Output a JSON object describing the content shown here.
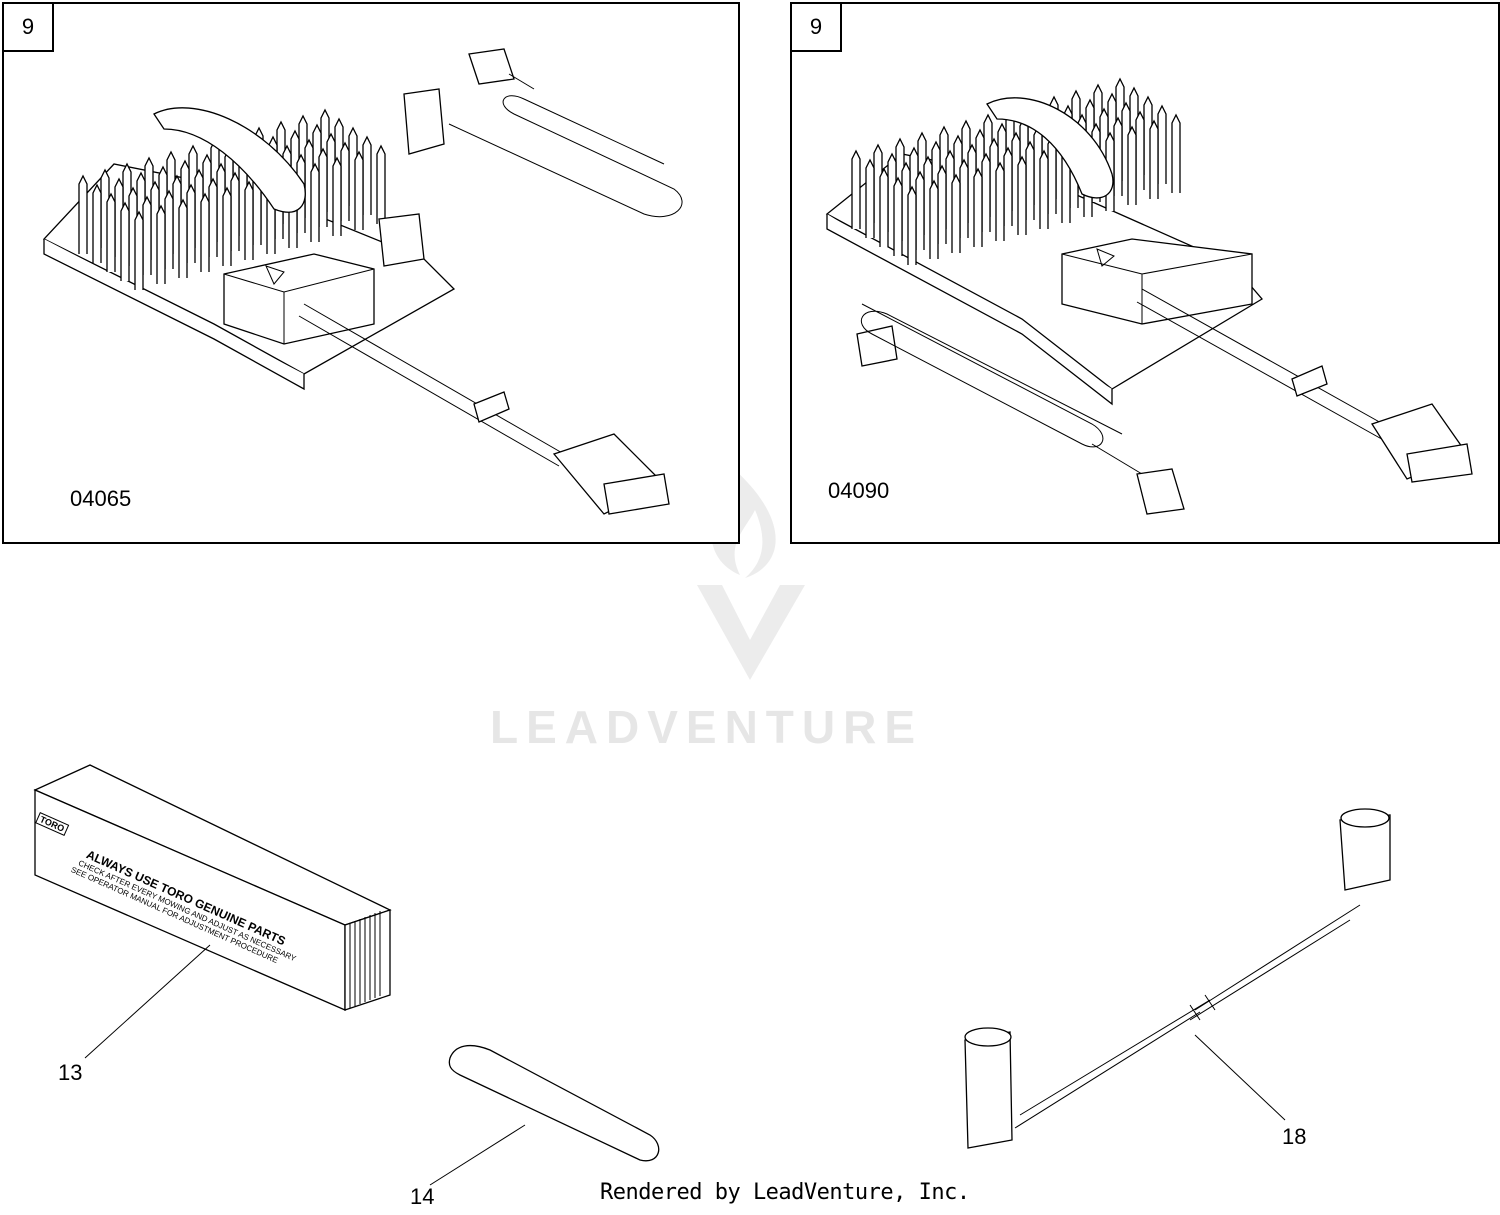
{
  "panels": [
    {
      "badge": "9",
      "model": "04065"
    },
    {
      "badge": "9",
      "model": "04090"
    }
  ],
  "watermark": {
    "text": "LEADVENTURE"
  },
  "callouts": {
    "c13": "13",
    "c14": "14",
    "c18": "18"
  },
  "decal": {
    "brand": "TORO",
    "line1": "ALWAYS USE TORO GENUINE PARTS",
    "line2": "CHECK AFTER EVERY MOWING AND ADJUST AS NECESSARY",
    "line3": "SEE OPERATOR MANUAL FOR ADJUSTMENT PROCEDURE"
  },
  "footer": "Rendered by LeadVenture, Inc."
}
